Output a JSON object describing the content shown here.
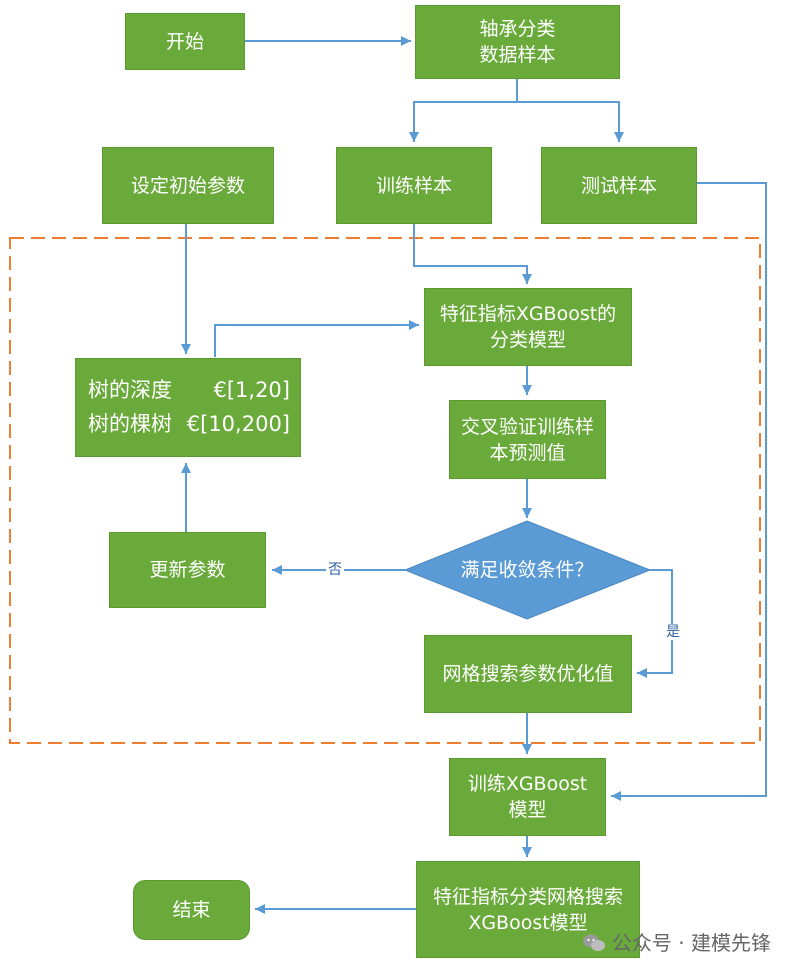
{
  "nodes": {
    "start": "开始",
    "dataset": [
      "轴承分类",
      "数据样本"
    ],
    "init_params": "设定初始参数",
    "train_samples": "训练样本",
    "test_samples": "测试样本",
    "classifier": [
      "特征指标XGBoost的",
      "分类模型"
    ],
    "cv_predict": [
      "交叉验证训练样",
      "本预测值"
    ],
    "tree_depth": {
      "label": "树的深度",
      "range": "€[1,20]"
    },
    "tree_count": {
      "label": "树的棵树",
      "range": "€[10,200]"
    },
    "update_params": "更新参数",
    "convergence": "满足收敛条件？",
    "grid_opt": "网格搜索参数优化值",
    "train_model": [
      "训练XGBoost",
      "模型"
    ],
    "final_model": [
      "特征指标分类网格搜索",
      "XGBoost模型"
    ],
    "end": "结束"
  },
  "edge_labels": {
    "no": "否",
    "yes": "是"
  },
  "watermark": "公众号 · 建模先锋",
  "colors": {
    "box_fill": "#6aaa3a",
    "diamond_fill": "#5b9bd5",
    "arrow": "#5b9bd5",
    "dashed_frame": "#ed7d31"
  }
}
